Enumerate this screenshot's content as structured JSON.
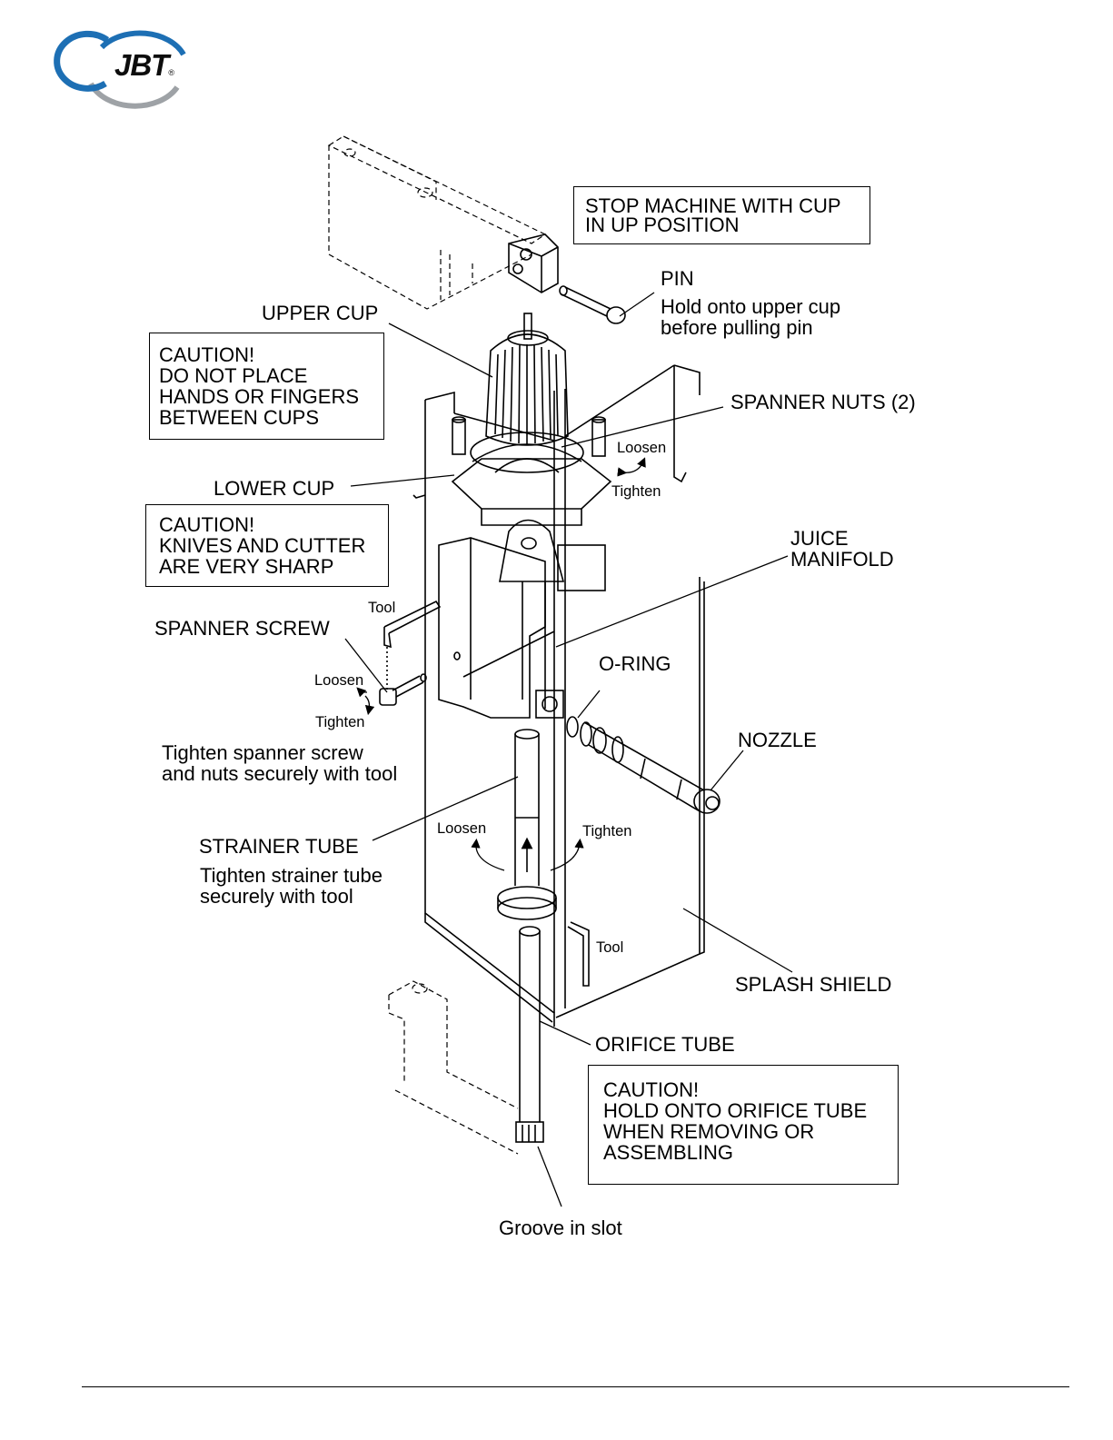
{
  "logo": {
    "text": "JBT",
    "registered": "®",
    "ring_blue": "#1d6fb4",
    "ring_gray": "#9ea2a6"
  },
  "labels": {
    "pin_title": "PIN",
    "pin_note_1": "Hold onto upper cup",
    "pin_note_2": "before pulling pin",
    "upper_cup": "UPPER CUP",
    "spanner_nuts": "SPANNER NUTS (2)",
    "nuts_loosen": "Loosen",
    "nuts_tighten": "Tighten",
    "lower_cup": "LOWER CUP",
    "juice_manifold_1": "JUICE",
    "juice_manifold_2": "MANIFOLD",
    "tool_top": "Tool",
    "spanner_screw": "SPANNER SCREW",
    "screw_loosen": "Loosen",
    "screw_tighten": "Tighten",
    "o_ring": "O-RING",
    "nozzle": "NOZZLE",
    "screw_note_1": "Tighten spanner screw",
    "screw_note_2": "and nuts securely with tool",
    "strainer_tube": "STRAINER TUBE",
    "strainer_note_1": "Tighten strainer tube",
    "strainer_note_2": "securely with tool",
    "strainer_loosen": "Loosen",
    "strainer_tighten": "Tighten",
    "tool_bottom": "Tool",
    "splash_shield": "SPLASH SHIELD",
    "orifice_tube": "ORIFICE TUBE",
    "groove": "Groove in slot"
  },
  "boxes": {
    "stop_machine": [
      "STOP MACHINE WITH CUP",
      "IN UP POSITION"
    ],
    "caution_hands": [
      "CAUTION!",
      "DO NOT PLACE",
      "HANDS OR FINGERS",
      "BETWEEN CUPS"
    ],
    "caution_knives": [
      "CAUTION!",
      "KNIVES AND CUTTER",
      "ARE VERY SHARP"
    ],
    "caution_orifice": [
      "CAUTION!",
      "HOLD ONTO ORIFICE TUBE",
      "WHEN REMOVING OR",
      "ASSEMBLING"
    ]
  }
}
